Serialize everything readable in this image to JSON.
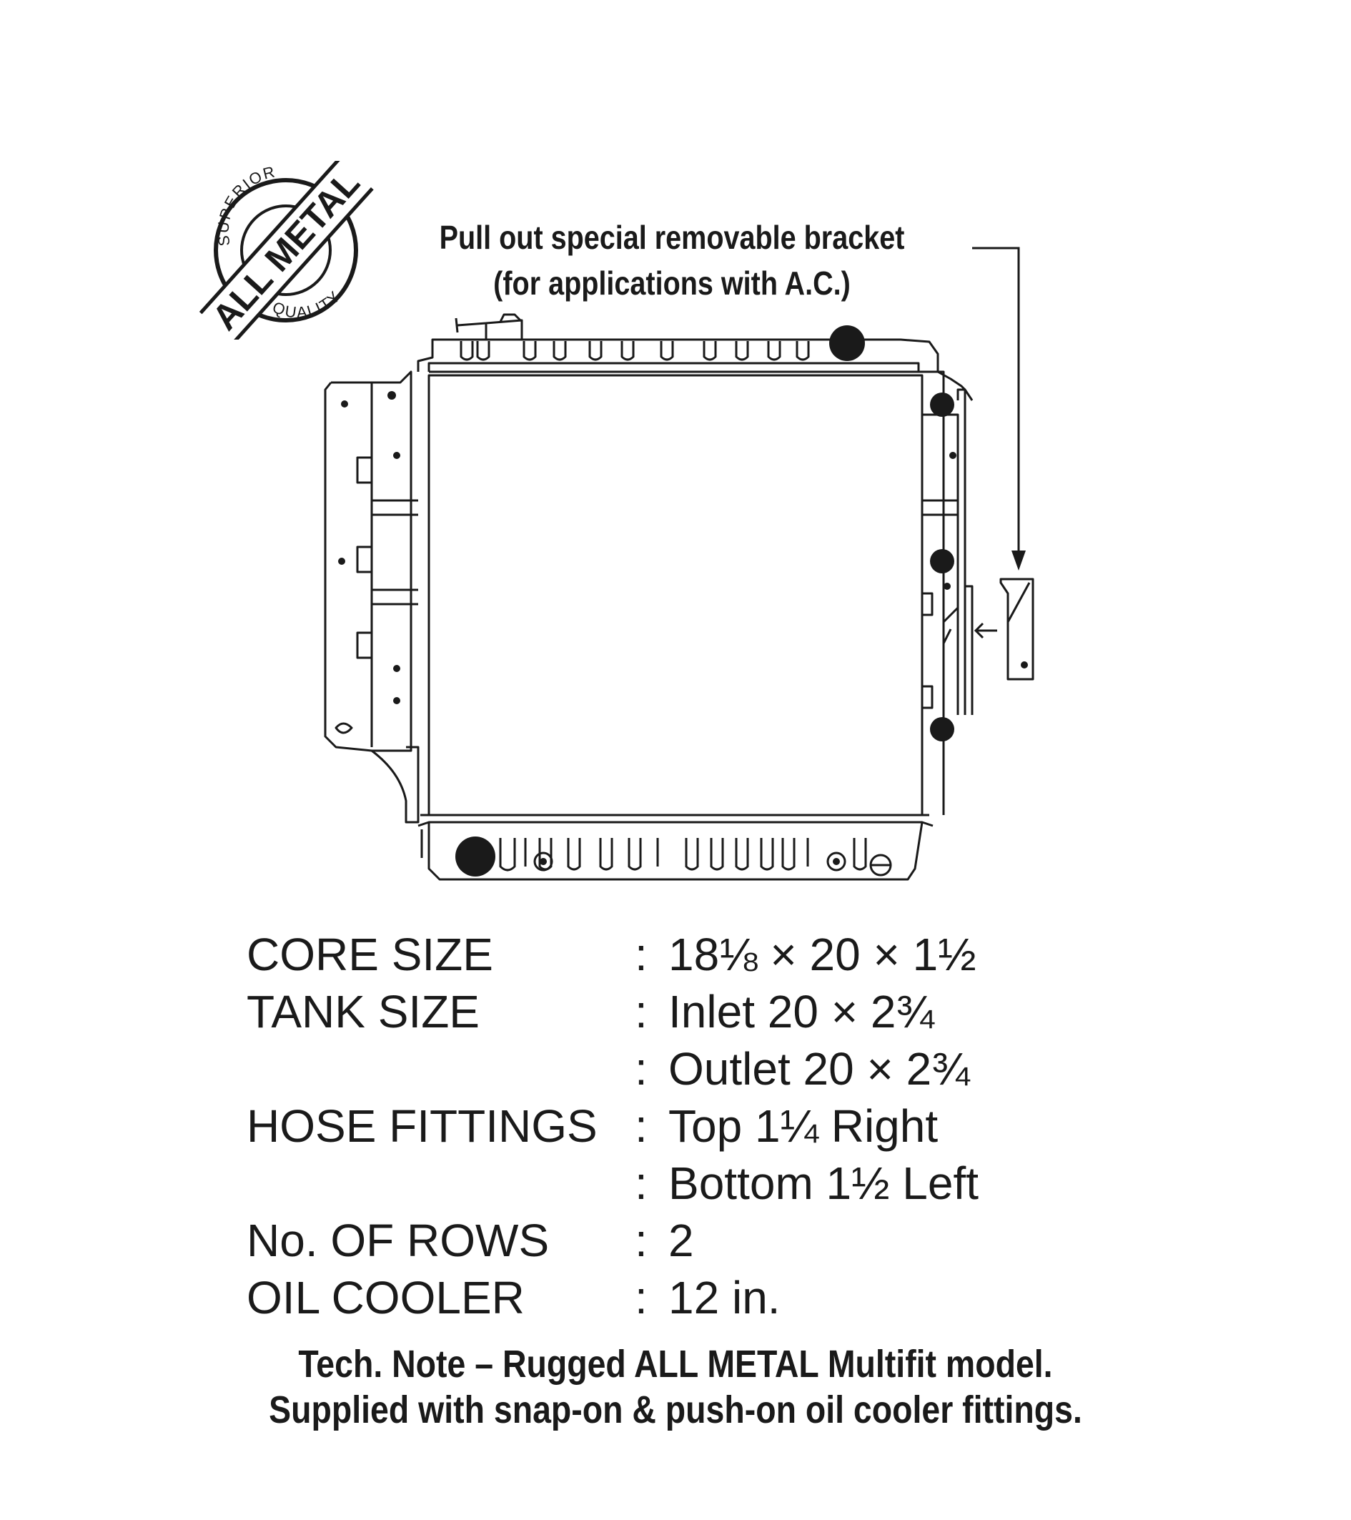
{
  "badge": {
    "top_text": "SUPERIOR",
    "center_text": "ALL METAL",
    "bottom_text": "QUALITY"
  },
  "callout": {
    "line1": "Pull out special removable bracket",
    "line2": "(for applications with A.C.)"
  },
  "specs": [
    {
      "label": "CORE SIZE",
      "colon": ":",
      "value": "18⅛ × 20 × 1½"
    },
    {
      "label": "TANK SIZE",
      "colon": ":",
      "value": "Inlet 20 × 2¾"
    },
    {
      "label": "",
      "colon": ":",
      "value": "Outlet 20 × 2¾"
    },
    {
      "label": "HOSE FITTINGS",
      "colon": ":",
      "value": "Top 1¼ Right"
    },
    {
      "label": "",
      "colon": ":",
      "value": "Bottom 1½ Left"
    },
    {
      "label": "No. OF ROWS",
      "colon": ":",
      "value": "2"
    },
    {
      "label": "OIL COOLER",
      "colon": ":",
      "value": "12 in."
    }
  ],
  "note": {
    "line1": "Tech. Note – Rugged ALL METAL Multifit model.",
    "line2": "Supplied with snap-on & push-on oil cooler fittings."
  }
}
